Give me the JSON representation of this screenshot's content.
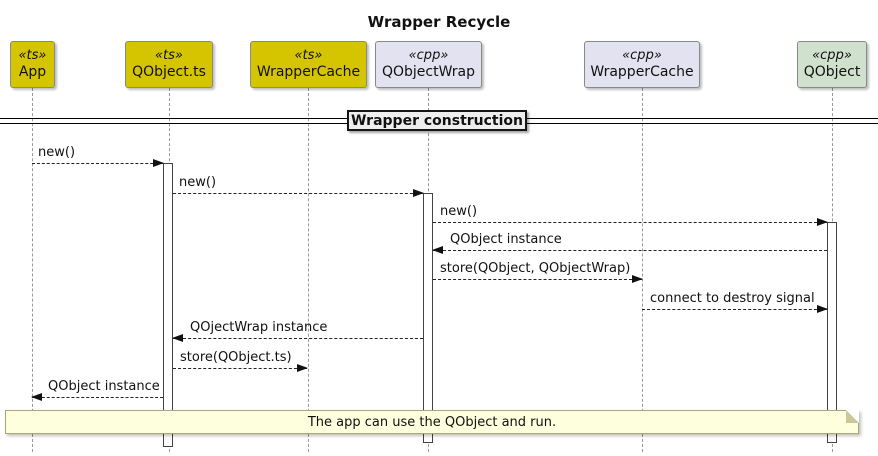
{
  "title": "Wrapper Recycle",
  "participants": [
    {
      "stereotype": "«ts»",
      "name": "App"
    },
    {
      "stereotype": "«ts»",
      "name": "QObject.ts"
    },
    {
      "stereotype": "«ts»",
      "name": "WrapperCache"
    },
    {
      "stereotype": "«cpp»",
      "name": "QObjectWrap"
    },
    {
      "stereotype": "«cpp»",
      "name": "WrapperCache"
    },
    {
      "stereotype": "«cpp»",
      "name": "QObject"
    }
  ],
  "divider": {
    "label": "Wrapper construction"
  },
  "messages": [
    {
      "label": "new()",
      "from": "App",
      "to": "QObject.ts",
      "direction": "right"
    },
    {
      "label": "new()",
      "from": "QObject.ts",
      "to": "QObjectWrap",
      "direction": "right"
    },
    {
      "label": "new()",
      "from": "QObjectWrap",
      "to": "QObject",
      "direction": "right"
    },
    {
      "label": "QObject instance",
      "from": "QObject",
      "to": "QObjectWrap",
      "direction": "left"
    },
    {
      "label": "store(QObject, QObjectWrap)",
      "from": "QObjectWrap",
      "to": "WrapperCache (cpp)",
      "direction": "right"
    },
    {
      "label": "connect to destroy signal",
      "from": "WrapperCache (cpp)",
      "to": "QObject",
      "direction": "right"
    },
    {
      "label": "QOjectWrap instance",
      "from": "QObjectWrap",
      "to": "QObject.ts",
      "direction": "left"
    },
    {
      "label": "store(QObject.ts)",
      "from": "QObject.ts",
      "to": "WrapperCache (ts)",
      "direction": "right"
    },
    {
      "label": "QObject instance",
      "from": "QObject.ts",
      "to": "App",
      "direction": "left"
    }
  ],
  "note": {
    "text": "The app can use the QObject and run."
  },
  "colors": {
    "ts_fill": "#D5C500",
    "cpp_fill": "#E2E2F0",
    "qobject_fill": "#D0E2CE",
    "note_fill": "#FEFFDD",
    "divider_fill": "#EEEEEE",
    "border_color": "#888888"
  }
}
